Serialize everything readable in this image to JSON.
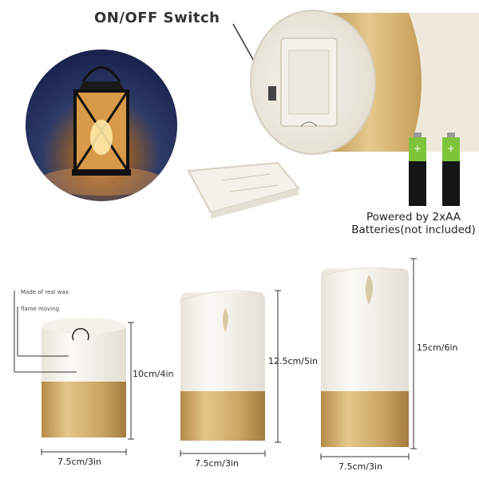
{
  "switch": {
    "label": "ON/OFF Switch"
  },
  "batteries": {
    "line1": "Powered by 2xAA",
    "line2": "Batteries(not included)"
  },
  "features": {
    "real_wax": "Made of real wax",
    "flame": "flame moving"
  },
  "candles": [
    {
      "height": "10cm/4in",
      "width": "7.5cm/3in"
    },
    {
      "height": "12.5cm/5in",
      "width": "7.5cm/3in"
    },
    {
      "height": "15cm/6in",
      "width": "7.5cm/3in"
    }
  ],
  "colors": {
    "wax": "#f3f0e8",
    "gold": "#c9a35f",
    "battery_green": "#7ec43a"
  }
}
